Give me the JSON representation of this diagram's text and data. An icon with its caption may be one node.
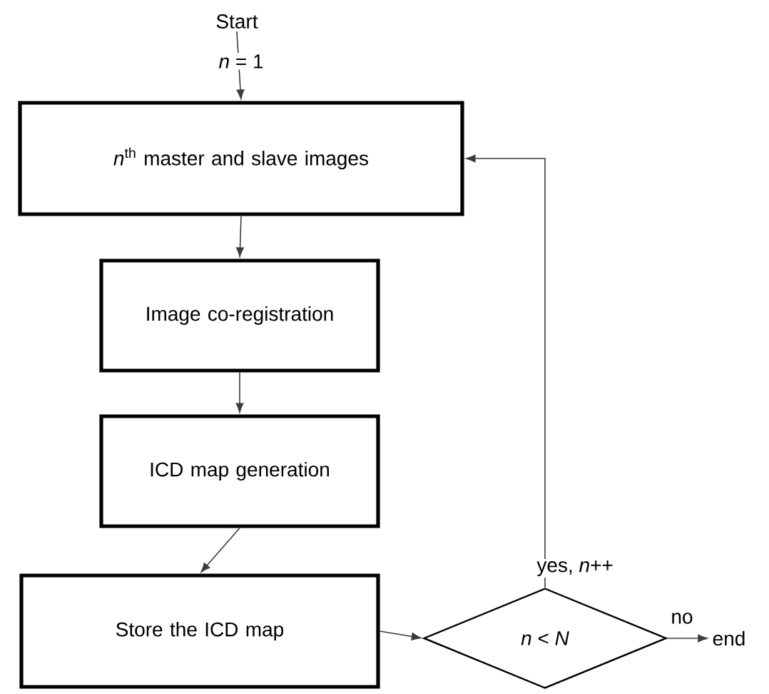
{
  "diagram": {
    "nodes": [
      {
        "text": [
          "Start"
        ]
      },
      {
        "text": [
          "*n*$^{th}$ master and slave images"
        ]
      },
      {
        "text": [
          "Image co-registration"
        ]
      },
      {
        "text": [
          "ICD map generation"
        ]
      },
      {
        "text": [
          "Store the ICD map"
        ]
      },
      {
        "text": [
          "*n* < *N*"
        ]
      },
      {
        "text": [
          "end"
        ]
      }
    ],
    "edges": [
      {
        "from": 0,
        "to": 1,
        "arrow": "to",
        "label": "*n* = 1"
      },
      {
        "from": 1,
        "to": 2,
        "arrow": "to"
      },
      {
        "from": 2,
        "to": 3,
        "arrow": "to"
      },
      {
        "from": 3,
        "to": 4,
        "arrow": "to"
      },
      {
        "from": 4,
        "to": 5,
        "arrow": "to"
      },
      {
        "from": 5,
        "to": 1,
        "arrow": "to",
        "label": "yes, *n*++"
      },
      {
        "from": 5,
        "to": 6,
        "arrow": "to",
        "label": "no"
      }
    ]
  }
}
